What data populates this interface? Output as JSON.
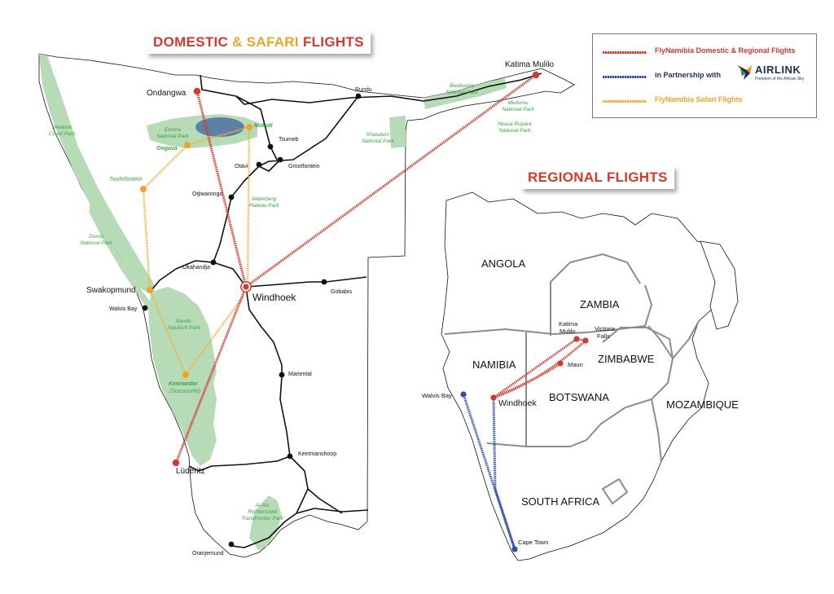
{
  "banners": {
    "domestic": {
      "part1": "DOMESTIC ",
      "amp": "& ",
      "part2": "SAFARI ",
      "part3": "FLIGHTS"
    },
    "regional": "REGIONAL FLIGHTS"
  },
  "legend": {
    "domestic_regional": "FlyNamibia Domestic & Regional Flights",
    "partnership": "in Partnership with",
    "airlink_name": "AIRLINK",
    "airlink_tagline": "Freedom of the African Sky",
    "safari": "FlyNamibia Safari Flights"
  },
  "colors": {
    "domestic_route": "#d23a2f",
    "partner_route": "#2e4fa3",
    "safari_route": "#f0b13c",
    "park_fill": "#b7dbb7",
    "park_label": "#3aa548",
    "road": "#111111",
    "border": "#8c8c8c"
  },
  "namibia_map": {
    "cities": {
      "katima": "Katima Mulilo",
      "ondangwa": "Ondangwa",
      "rundu": "Rundu",
      "mokuti": "Mokuti",
      "ongava": "Ongava",
      "tsumeb": "Tsumeb",
      "otavi": "Otavi",
      "grootfontein": "Grootfontein",
      "twyfelfontein": "Twyfelfontein",
      "otjiwarongo": "Otjiwarongo",
      "okahandja": "Okahandja",
      "swakopmund": "Swakopmund",
      "windhoek": "Windhoek",
      "gobabis": "Gobabis",
      "walvis": "Walvis Bay",
      "keerweder": "Keerweder",
      "sossusvlei": "(Sossusvlei)",
      "mariental": "Mariental",
      "keetmanshoop": "Keetmanshoop",
      "luderitz": "Lüderitz",
      "oranjemund": "Oranjemund"
    },
    "parks": {
      "skeleton1": "Skeleton",
      "skeleton2": "Coast Park",
      "etosha1": "Etosha",
      "etosha2": "National Park",
      "bwabwata1": "Bwabwata",
      "bwabwata2": "National Park",
      "mudumu1": "Mudumu",
      "mudumu2": "National Park",
      "nkasa1": "Nkasa Rupara",
      "nkasa2": "National Park",
      "khaudum1": "Khaudum",
      "khaudum2": "National Park",
      "waterberg1": "Waterberg",
      "waterberg2": "Plateau Park",
      "dorob1": "Dorob",
      "dorob2": "National Park",
      "namib1": "Namib-",
      "namib2": "Naukluft Park",
      "ais1": "Ai-Ais",
      "ais2": "Richtersveld",
      "ais3": "Transfrontier Park"
    }
  },
  "regional_map": {
    "countries": {
      "angola": "ANGOLA",
      "zambia": "ZAMBIA",
      "namibia": "NAMIBIA",
      "zimbabwe": "ZIMBABWE",
      "botswana": "BOTSWANA",
      "mozambique": "MOZAMBIQUE",
      "south_africa": "SOUTH AFRICA"
    },
    "cities": {
      "katima1": "Katima",
      "katima2": "Mulilo",
      "victoria1": "Victoria",
      "victoria2": "Falls",
      "maun": "Maun",
      "windhoek": "Windhoek",
      "walvis": "Walvis Bay",
      "capetown": "Cape Town"
    }
  }
}
